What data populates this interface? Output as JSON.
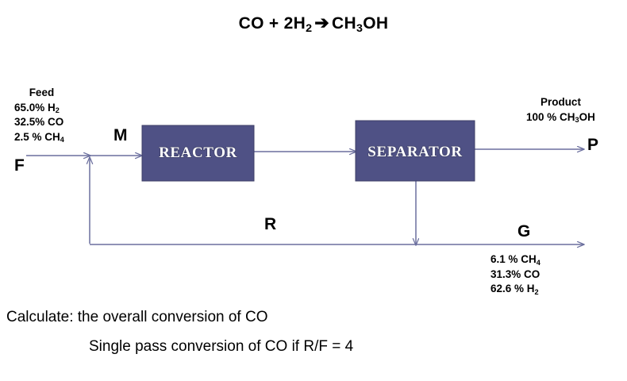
{
  "title": {
    "reactants": "CO + 2H",
    "reactant_sub": "2",
    "arrow": "➔",
    "product_a": "CH",
    "product_sub": "3",
    "product_b": "OH",
    "full_text": "CO + 2H2 ➔ CH3OH"
  },
  "units": {
    "reactor": "REACTOR",
    "separator": "SEPARATOR"
  },
  "streams": {
    "feed": {
      "letter": "F",
      "header": "Feed",
      "lines": [
        {
          "value": "65.0%",
          "species": "H",
          "sub": "2"
        },
        {
          "value": "32.5%",
          "species": "CO",
          "sub": ""
        },
        {
          "value": "2.5 %",
          "species": "CH",
          "sub": "4"
        }
      ]
    },
    "mixed": {
      "letter": "M"
    },
    "recycle": {
      "letter": "R"
    },
    "product": {
      "letter": "P",
      "header": "Product",
      "value": "100 %",
      "species": "CH",
      "sub": "3",
      "species_tail": "OH"
    },
    "gas": {
      "letter": "G",
      "lines": [
        {
          "value": "6.1 %",
          "species": "CH",
          "sub": "4"
        },
        {
          "value": "31.3%",
          "species": "CO",
          "sub": ""
        },
        {
          "value": "62.6 %",
          "species": "H",
          "sub": "2"
        }
      ]
    }
  },
  "questions": {
    "line1": "Calculate: the overall conversion of CO",
    "line2": "Single pass conversion of CO if R/F   = 4"
  },
  "colors": {
    "box_fill": "#4f5185",
    "box_stroke": "#3c3e66",
    "line": "#6b6f9e",
    "text": "#000000",
    "box_text": "#ffffff",
    "background": "#ffffff"
  }
}
